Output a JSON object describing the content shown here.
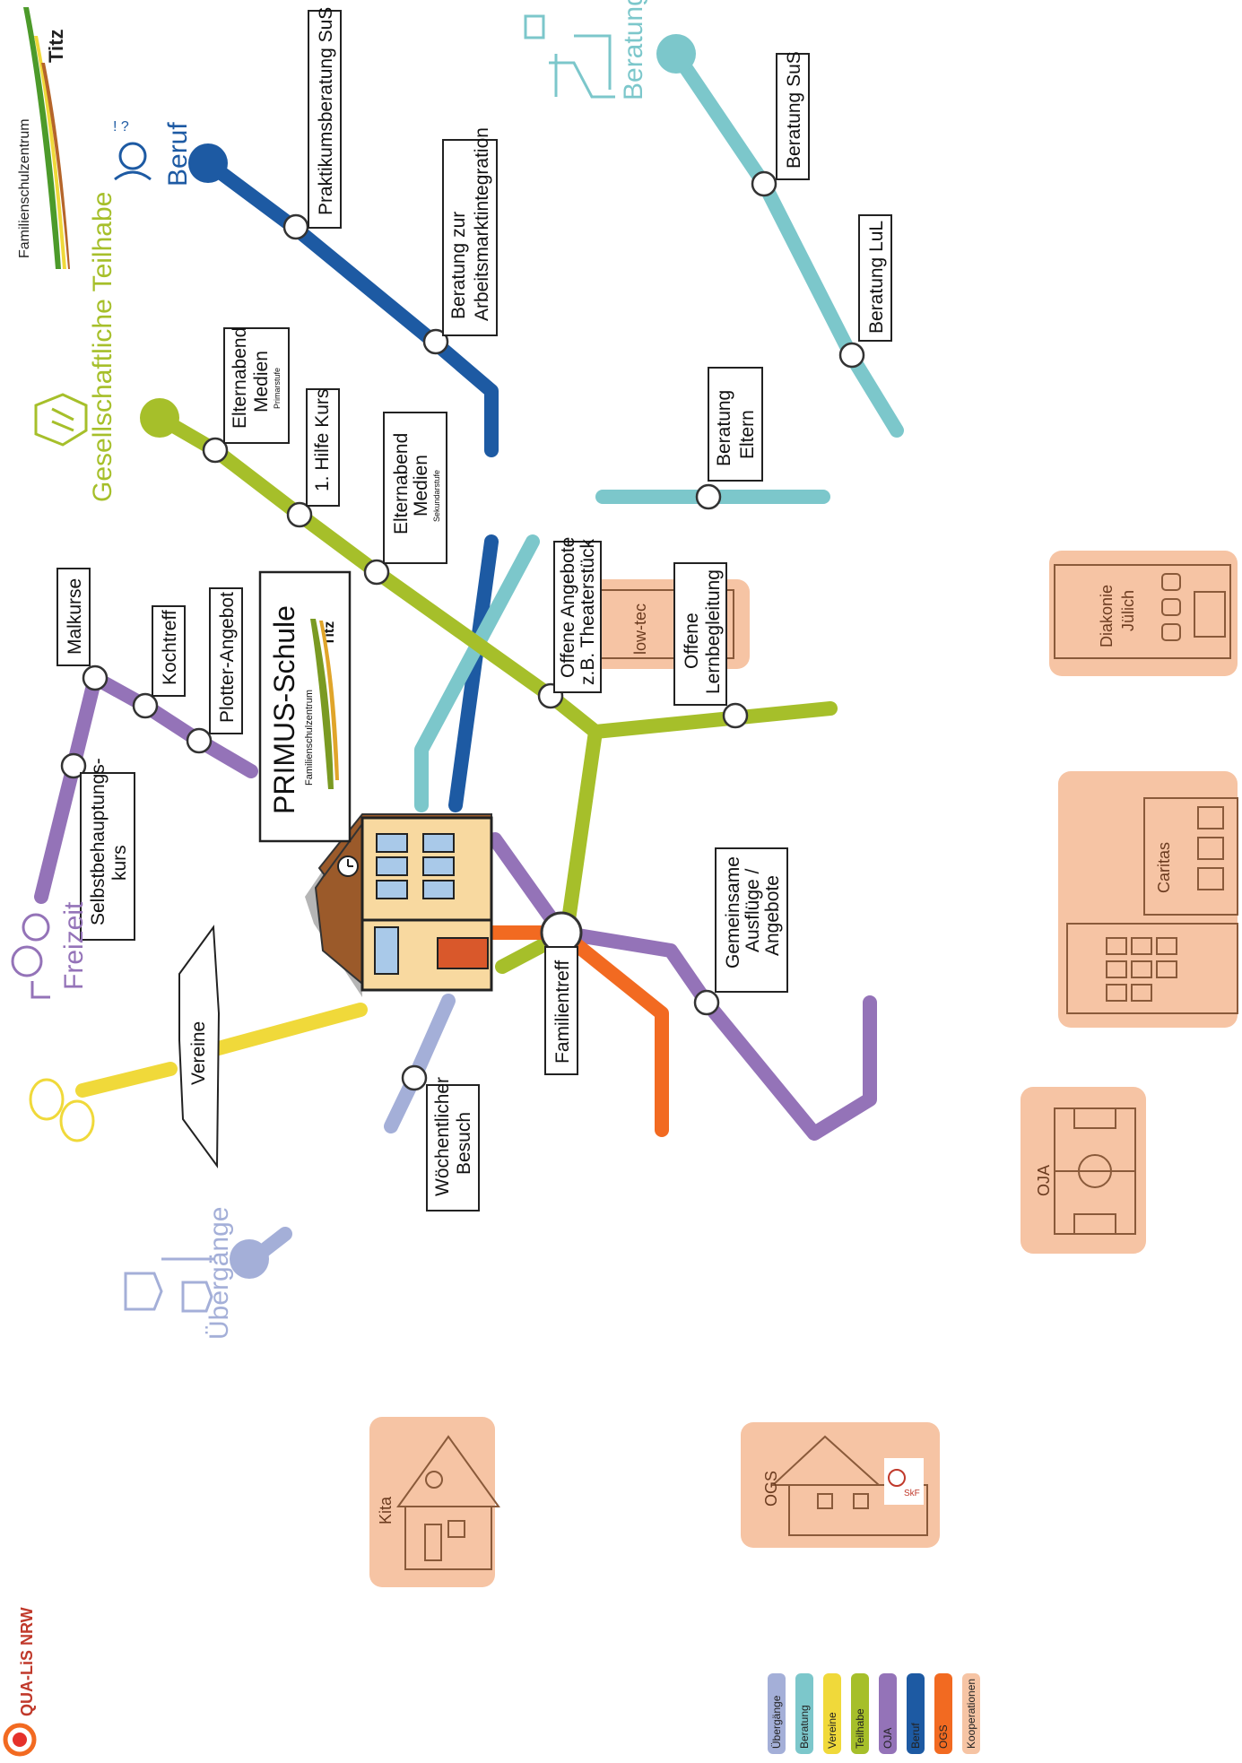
{
  "logo_top": {
    "name": "Familienschulzentrum",
    "place": "Titz"
  },
  "school_card": {
    "title": "PRIMUS-Schule",
    "subtitle": "Familienschulzentrum",
    "place": "Titz"
  },
  "brand": {
    "name": "QUA-LiS NRW"
  },
  "lines": [
    {
      "id": "uebergaenge",
      "label": "Übergänge",
      "color": "#a4afd8"
    },
    {
      "id": "beratung",
      "label": "Beratung",
      "color": "#7cc7cb"
    },
    {
      "id": "vereine",
      "label": "Vereine",
      "color": "#f0d93a"
    },
    {
      "id": "teilhabe",
      "label": "Gesellschaftliche Teilhabe",
      "color": "#a6bf2a"
    },
    {
      "id": "freizeit",
      "label": "Freizeit",
      "color": "#9473b8"
    },
    {
      "id": "beruf",
      "label": "Beruf",
      "color": "#1d5aa3"
    },
    {
      "id": "ogs",
      "label": "OGS",
      "color": "#f26a21"
    }
  ],
  "stations": {
    "praktikum": "Praktikumsberatung SuS",
    "arbeitsmarkt_1": "Beratung zur",
    "arbeitsmarkt_2": "Arbeitsmarktintegration",
    "beratung_sus": "Beratung SuS",
    "beratung_lul": "Beratung LuL",
    "beratung_eltern_1": "Beratung",
    "beratung_eltern_2": "Eltern",
    "elternabend_p_1": "Elternabend",
    "elternabend_p_2": "Medien",
    "elternabend_p_3": "Primarstufe",
    "hilfe": "1. Hilfe Kurs",
    "elternabend_s_1": "Elternabend",
    "elternabend_s_2": "Medien",
    "elternabend_s_3": "Sekundarstufe",
    "offene_1": "Offene Angebote",
    "offene_2": "z.B. Theaterstück",
    "lern_1": "Offene",
    "lern_2": "Lernbegleitung",
    "malkurse": "Malkurse",
    "kochtreff": "Kochtreff",
    "plotter": "Plotter-Angebot",
    "selbst_1": "Selbstbehauptungs-",
    "selbst_2": "kurs",
    "gemeinsam_1": "Gemeinsame",
    "gemeinsam_2": "Ausflüge /",
    "gemeinsam_3": "Angebote",
    "familientreff": "Familientreff",
    "woechentlich_1": "Wöchentlicher",
    "woechentlich_2": "Besuch",
    "vereine_sign": "Vereine"
  },
  "partners": {
    "lowtec": "low-tec",
    "diakonie_1": "Diakonie",
    "diakonie_2": "Jülich",
    "caritas": "Caritas",
    "oja": "OJA",
    "ogs": "OGS",
    "skf": "SkF",
    "kita": "Kita"
  },
  "legend": [
    {
      "label": "Übergänge",
      "color": "#a4afd8"
    },
    {
      "label": "Beratung",
      "color": "#7cc7cb"
    },
    {
      "label": "Vereine",
      "color": "#f0d93a"
    },
    {
      "label": "Teilhabe",
      "color": "#a6bf2a"
    },
    {
      "label": "OJA",
      "color": "#9473b8"
    },
    {
      "label": "Beruf",
      "color": "#1d5aa3"
    },
    {
      "label": "OGS",
      "color": "#f26a21"
    },
    {
      "label": "Kooperationen",
      "color": "#f6c4a4"
    }
  ]
}
